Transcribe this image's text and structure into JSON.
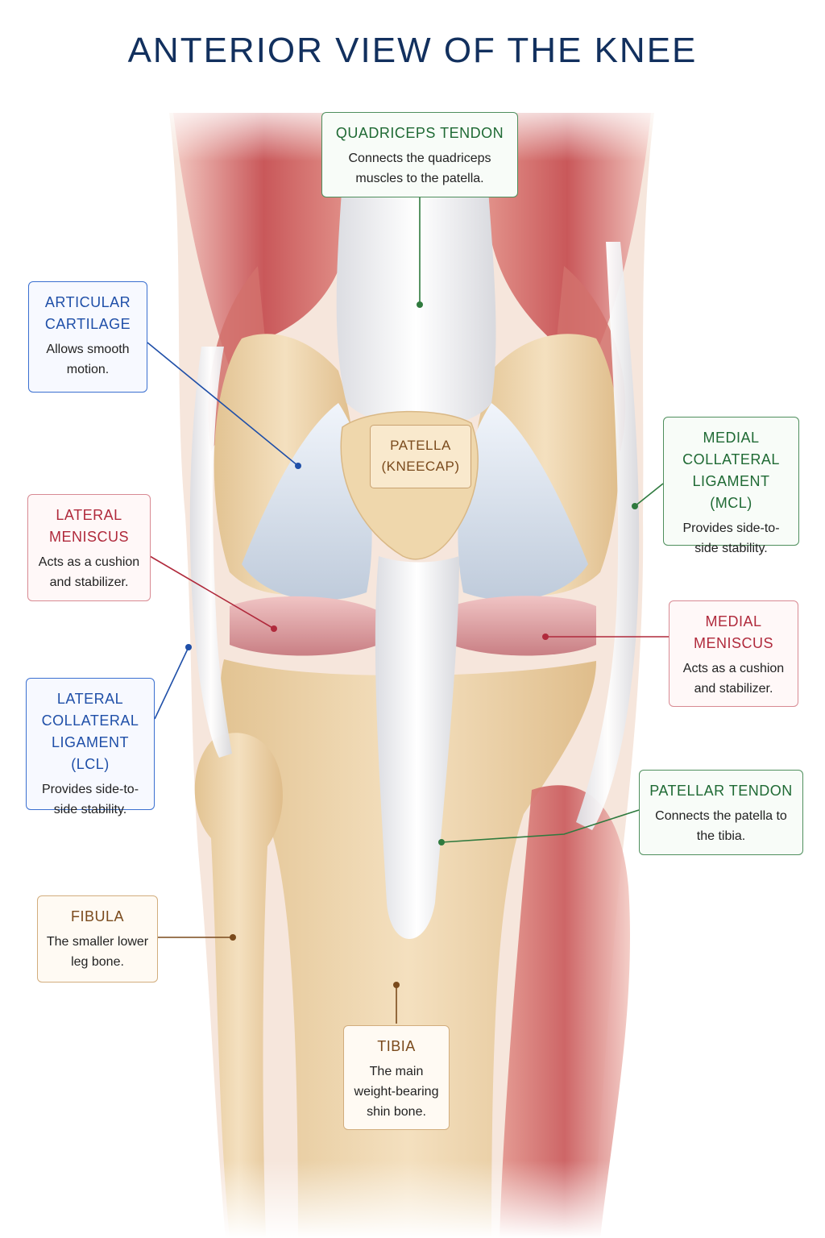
{
  "title": "ANTERIOR VIEW OF THE KNEE",
  "colors": {
    "title": "#12305e",
    "blue": "#1f4fa8",
    "red": "#b02a3c",
    "green": "#1f6a34",
    "brown": "#7a4a1c",
    "bone": "#ecd2a8",
    "muscle": "#cf6b66",
    "cartilage": "#d8e2ee",
    "tendon": "#f2f2f4"
  },
  "labels": {
    "quadriceps_tendon": {
      "title": "QUADRICEPS TENDON",
      "desc": "Connects the quadriceps muscles to the patella."
    },
    "articular_cartilage": {
      "title": "ARTICULAR CARTILAGE",
      "desc": "Allows smooth motion."
    },
    "patella": {
      "line1": "PATELLA",
      "line2": "(KNEECAP)"
    },
    "mcl": {
      "title": "MEDIAL COLLATERAL LIGAMENT (MCL)",
      "desc": "Provides side-to-side stability."
    },
    "lateral_meniscus": {
      "title": "LATERAL MENISCUS",
      "desc": "Acts as a cushion and stabilizer."
    },
    "medial_meniscus": {
      "title": "MEDIAL MENISCUS",
      "desc": "Acts as a cushion and stabilizer."
    },
    "lcl": {
      "title": "LATERAL COLLATERAL LIGAMENT (LCL)",
      "desc": "Provides side-to-side stability."
    },
    "patellar_tendon": {
      "title": "PATELLAR TENDON",
      "desc": "Connects the patella to the tibia."
    },
    "fibula": {
      "title": "FIBULA",
      "desc": "The smaller lower leg bone."
    },
    "tibia": {
      "title": "TIBIA",
      "desc": "The main weight-bearing shin bone."
    }
  }
}
